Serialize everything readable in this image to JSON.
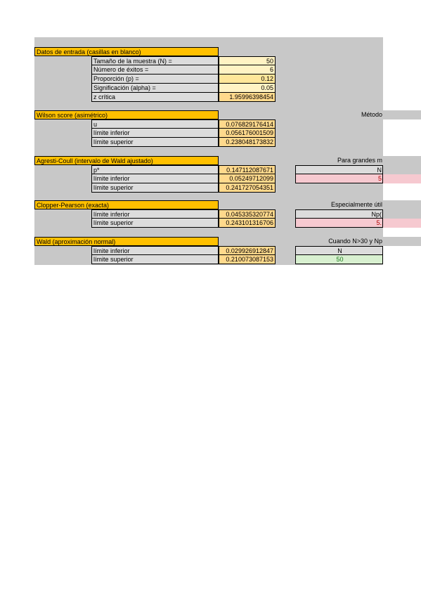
{
  "input": {
    "title": "Datos de entrada (casillas en blanco)",
    "rows": [
      {
        "label": "Tamaño de la muestra (N) =",
        "value": "50"
      },
      {
        "label": "Número de éxitos =",
        "value": "6"
      },
      {
        "label": "Proporción (p) =",
        "value": "0.12"
      },
      {
        "label": "Significación (alpha) =",
        "value": "0.05"
      },
      {
        "label": "z crítica",
        "value": "1.95996398454"
      }
    ]
  },
  "wilson": {
    "title": "Wilson score (asimétrico)",
    "rows": [
      {
        "label": "u",
        "value": "0.076829176414"
      },
      {
        "label": "límite inferior",
        "value": "0.056176001509"
      },
      {
        "label": "límite superior",
        "value": "0.238048173832"
      }
    ],
    "note": "Método"
  },
  "agresti": {
    "title": "Agresti-Coull (intervalo de Wald ajustado)",
    "rows": [
      {
        "label": "p*",
        "value": "0.147112087671"
      },
      {
        "label": "límite inferior",
        "value": "0.05249712099"
      },
      {
        "label": "límite superior",
        "value": "0.241727054351"
      }
    ],
    "note": "Para grandes m",
    "box1": "N",
    "box2": "5"
  },
  "clopper": {
    "title": "Clopper-Pearson (exacta)",
    "rows": [
      {
        "label": "límite inferior",
        "value": "0.045335320774"
      },
      {
        "label": "límite superior",
        "value": "0.243101316706"
      }
    ],
    "note": "Especialmente útil",
    "box1": "Np(",
    "box2": "5."
  },
  "wald": {
    "title": "Wald  (aproximación normal)",
    "rows": [
      {
        "label": "límite inferior",
        "value": "0.029926912847"
      },
      {
        "label": "límite superior",
        "value": "0.210073087153"
      }
    ],
    "note": "Cuando N>30 y Np",
    "box1": "N",
    "box2": "50"
  },
  "colors": {
    "header": "#ffc000",
    "label_cell": "#dcdcdc",
    "value_cell": "#ffd98c",
    "sheet_bg": "#c8c8c8",
    "warn": "#f6c9d0",
    "ok": "#d8f0d0"
  }
}
